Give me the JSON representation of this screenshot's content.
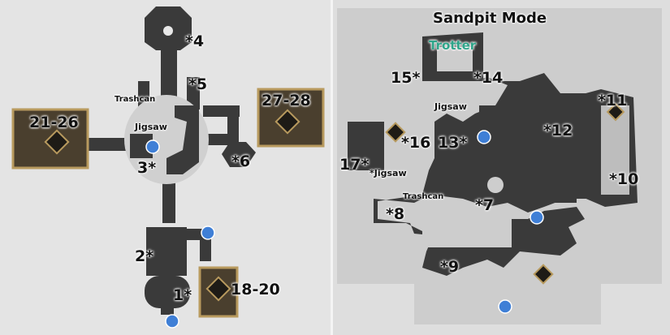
{
  "left_map": {
    "labels": {
      "p4": "*4",
      "p5": "*5",
      "trashcan": "Trashcan",
      "jigsaw": "Jigsaw",
      "p3": "3*",
      "p6": "*6",
      "range_21_26": "21-26",
      "range_27_28": "27-28",
      "p2": "2*",
      "p1": "1*",
      "range_18_20": "18-20"
    }
  },
  "right_map": {
    "title": "Sandpit Mode",
    "labels": {
      "trotter": "Trotter",
      "p15": "15*",
      "p14": "*14",
      "jigsaw_top": "Jigsaw",
      "p11": "*11",
      "p12": "*12",
      "p16": "*16",
      "p13": "13*",
      "p17": "17*",
      "jigsaw_bottom": "*Jigsaw",
      "p10": "*10",
      "trashcan": "Trashcan",
      "p8": "*8",
      "p7": "*7",
      "p9": "*9"
    }
  },
  "colors": {
    "floor": "#3a3a3a",
    "plaza": "#cfcfcf",
    "room_gold": "#b89a5e",
    "room_fill": "#4a3f2e",
    "teleport": "#3f7fd6",
    "trotter": "#2fa58a"
  }
}
